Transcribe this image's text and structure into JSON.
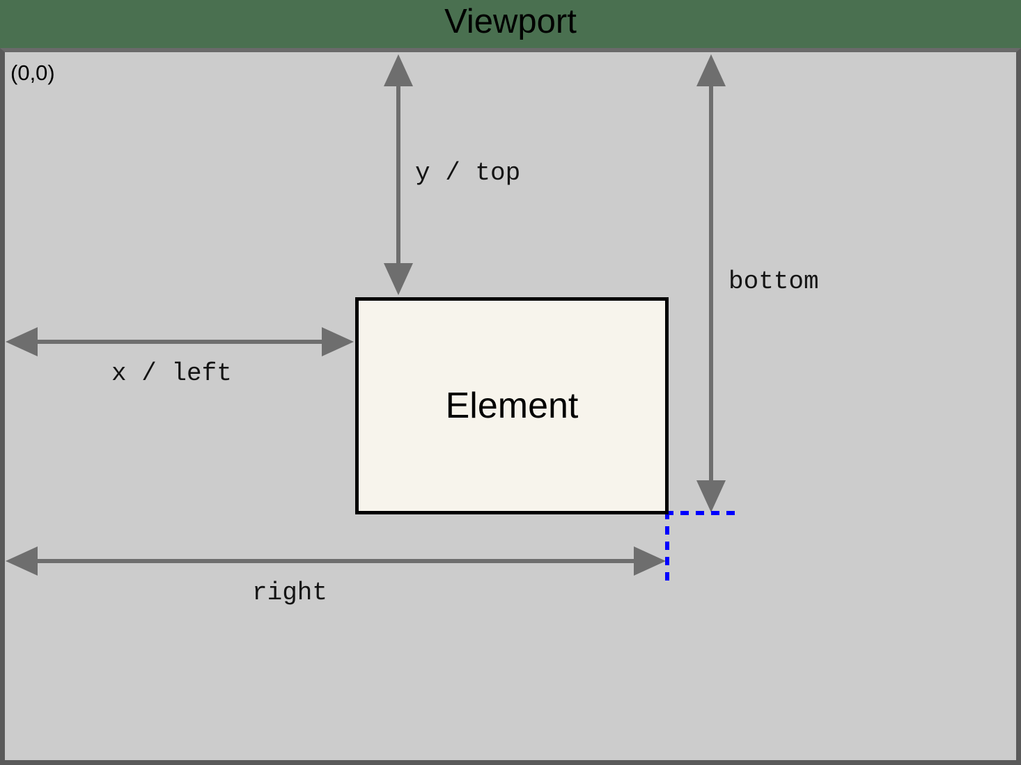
{
  "header": {
    "title": "Viewport",
    "background_color": "#4a7050",
    "text_color": "#000000"
  },
  "viewport": {
    "origin_label": "(0,0)",
    "background_color": "#cccccc",
    "border_color": "#5a5a5a"
  },
  "element": {
    "label": "Element",
    "fill_color": "#f7f4ec",
    "border_color": "#000000"
  },
  "guides": {
    "dashed_color": "#0000ff",
    "arrow_color": "#6e6e6e"
  },
  "measurements": [
    {
      "id": "y-top",
      "label": "y / top",
      "orientation": "vertical",
      "from": "viewport-top",
      "to": "element-top"
    },
    {
      "id": "bottom",
      "label": "bottom",
      "orientation": "vertical",
      "from": "viewport-top",
      "to": "element-bottom"
    },
    {
      "id": "x-left",
      "label": "x / left",
      "orientation": "horizontal",
      "from": "viewport-left",
      "to": "element-left"
    },
    {
      "id": "right",
      "label": "right",
      "orientation": "horizontal",
      "from": "viewport-left",
      "to": "element-right"
    }
  ],
  "chart_data": {
    "type": "diagram",
    "title": "Viewport",
    "description": "Element bounding box geometry relative to the viewport origin",
    "origin": "(0,0)",
    "box_label": "Element",
    "annotations": [
      "y / top",
      "bottom",
      "x / left",
      "right"
    ]
  }
}
